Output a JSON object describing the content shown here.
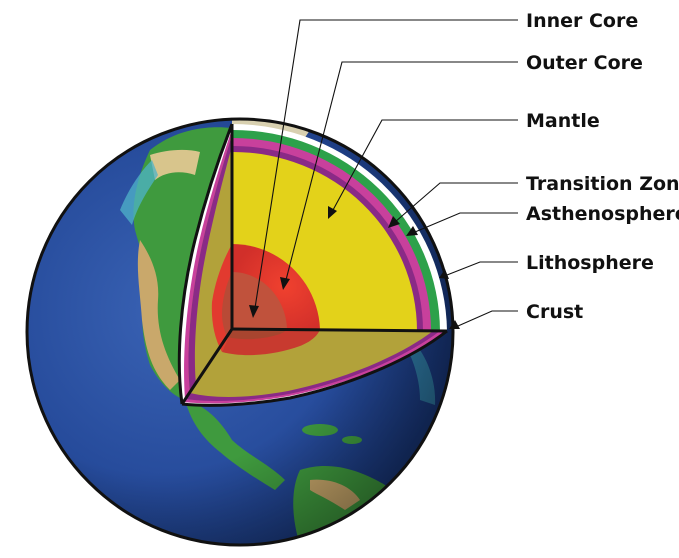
{
  "diagram": {
    "labels": [
      "Inner Core",
      "Outer Core",
      "Mantle",
      "Transition Zone",
      "Asthenosphere",
      "Lithosphere",
      "Crust"
    ]
  },
  "colors": {
    "ocean": "#264b9b",
    "land": "#3f9a3e",
    "crust": "#ffffff",
    "lithosphere": "#2da14a",
    "asthenosphere": "#c8409c",
    "transition_zone": "#8a2a86",
    "mantle": "#e3d21a",
    "mantle_side": "#b2a23a",
    "outer_core": "#e23a2f",
    "inner_core": "#c0523c"
  }
}
